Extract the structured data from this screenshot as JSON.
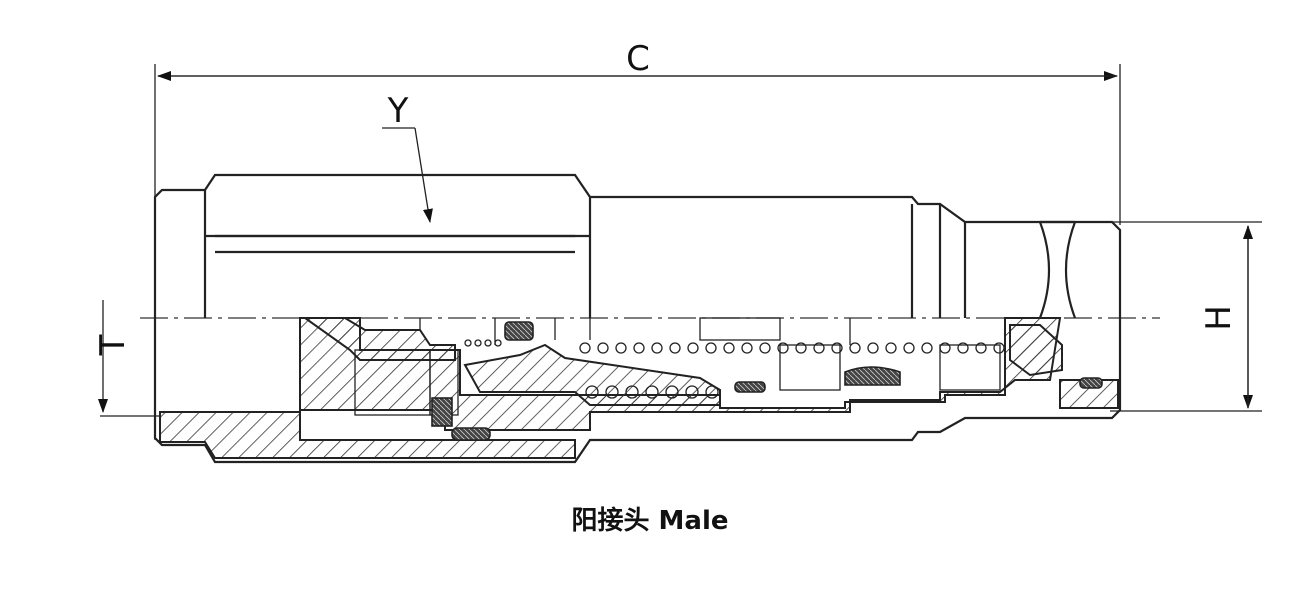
{
  "diagram": {
    "dimensions": {
      "overall_length": "C",
      "hex_size": "Y",
      "height": "H",
      "thread": "T"
    },
    "caption": "阳接头 Male"
  }
}
